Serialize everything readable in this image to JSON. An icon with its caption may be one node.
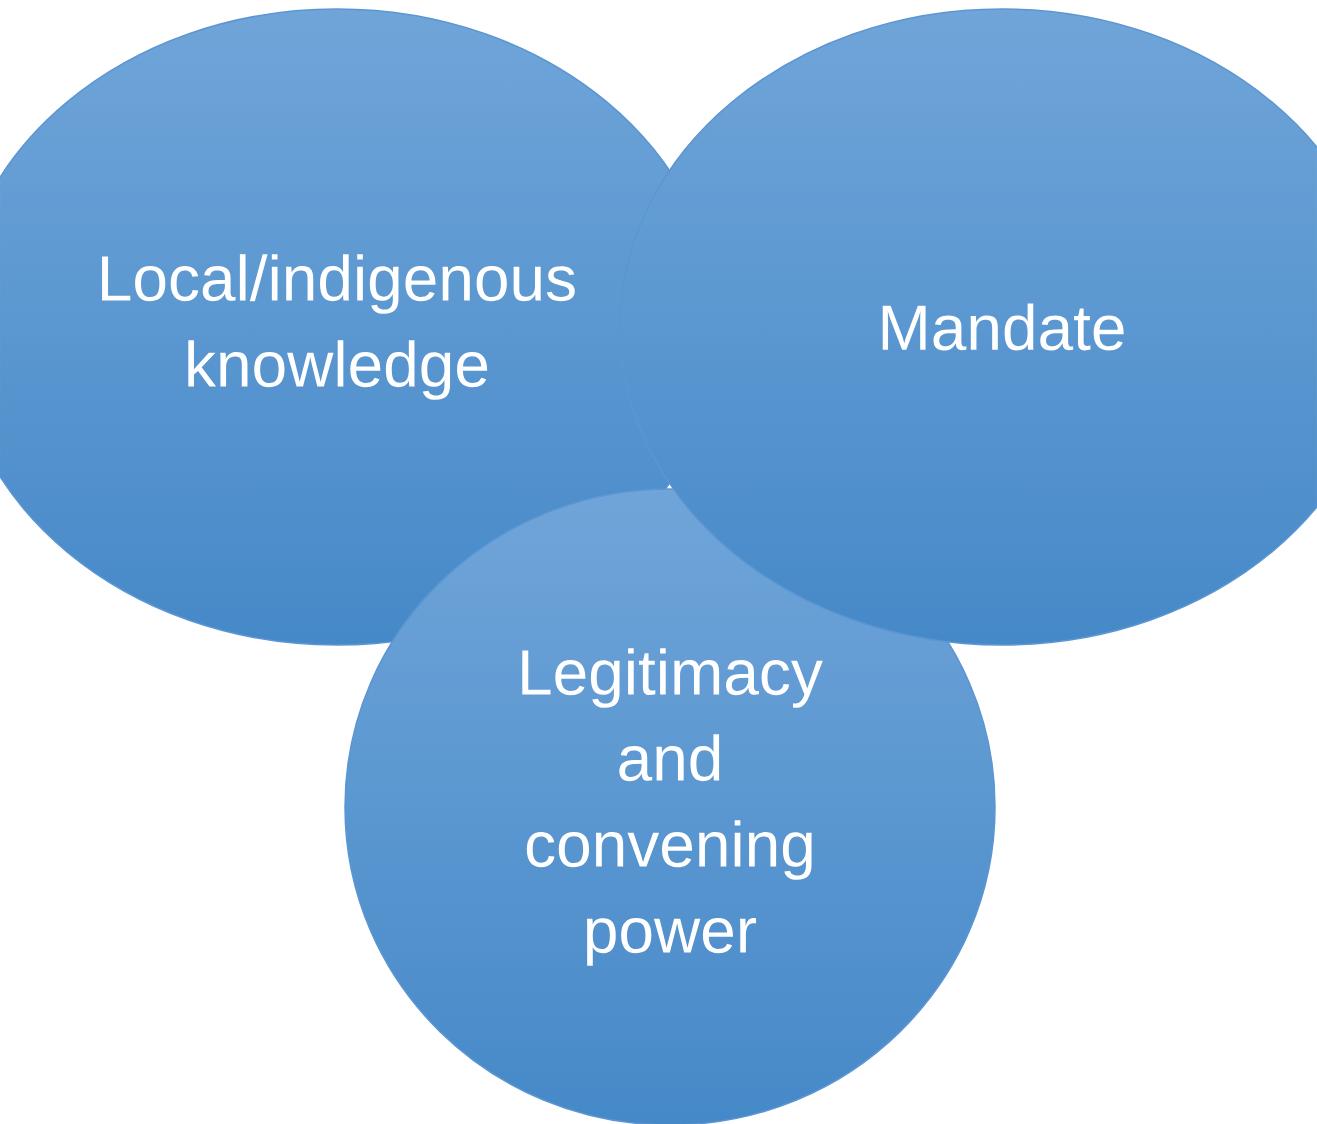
{
  "diagram": {
    "nodes": [
      {
        "text": [
          "Local/indigenous knowledge"
        ]
      },
      {
        "text": [
          "Mandate"
        ]
      },
      {
        "text": [
          "Legitimacy and convening power"
        ]
      }
    ]
  }
}
